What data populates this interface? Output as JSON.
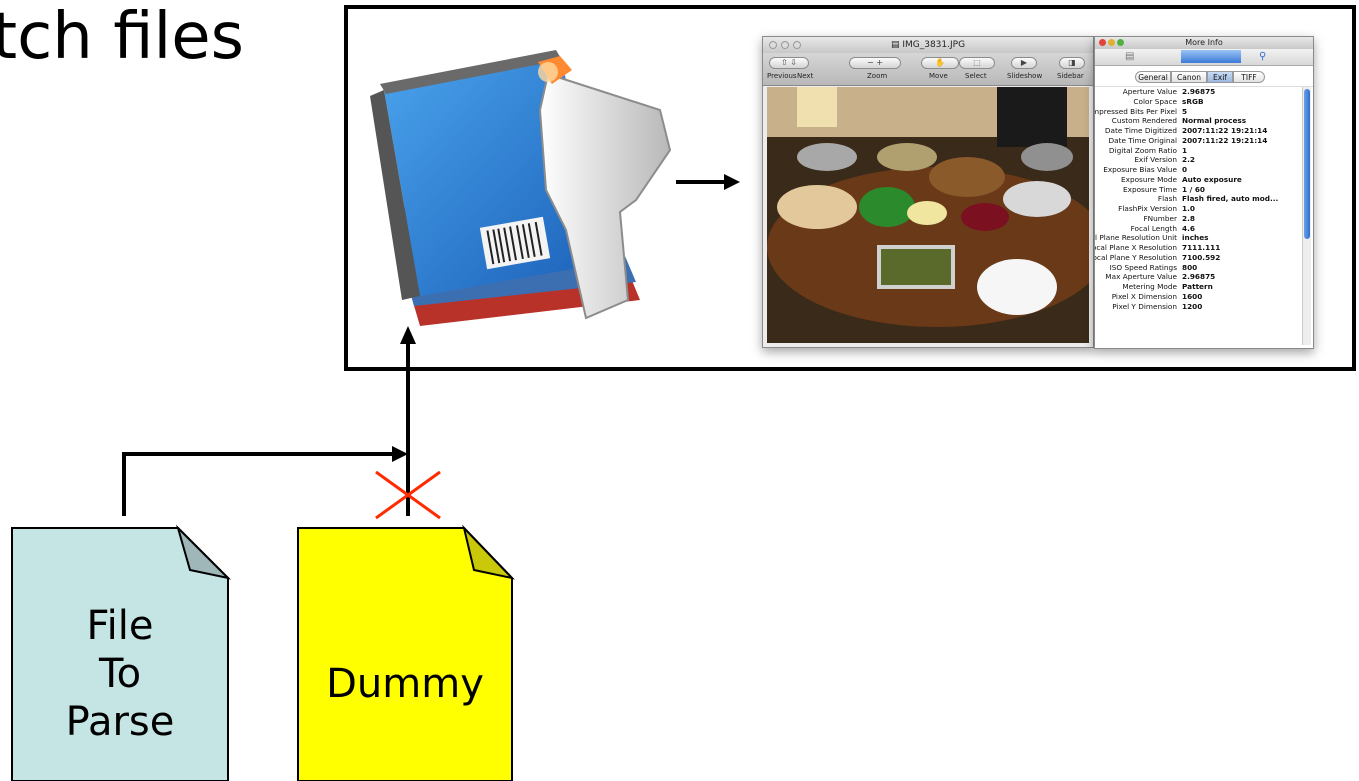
{
  "slide": {
    "title": "tch files"
  },
  "docs": {
    "file_to_parse": {
      "line1": "File",
      "line2": "To",
      "line3": "Parse",
      "fill": "#c5e4e4",
      "fold": "#9fb7b8"
    },
    "dummy": {
      "label": "Dummy",
      "fill": "#ffff00",
      "fold": "#c9c90a"
    }
  },
  "colors": {
    "blocked_mark": "#ff2a00",
    "arrow": "#000000"
  },
  "preview_window": {
    "title": "IMG_3831.JPG",
    "toolbar": [
      "Previous",
      "Next",
      "Zoom",
      "Move",
      "Select",
      "Slideshow",
      "Sidebar"
    ]
  },
  "info_panel": {
    "title": "More Info",
    "tabs": [
      "General",
      "Canon",
      "Exif",
      "TIFF"
    ],
    "selected_tab": "Exif",
    "rows": [
      {
        "k": "Aperture Value",
        "v": "2.96875"
      },
      {
        "k": "Color Space",
        "v": "sRGB"
      },
      {
        "k": "Compressed Bits Per Pixel",
        "v": "5"
      },
      {
        "k": "Custom Rendered",
        "v": "Normal process"
      },
      {
        "k": "Date Time Digitized",
        "v": "2007:11:22 19:21:14"
      },
      {
        "k": "Date Time Original",
        "v": "2007:11:22 19:21:14"
      },
      {
        "k": "Digital Zoom Ratio",
        "v": "1"
      },
      {
        "k": "Exif Version",
        "v": "2.2"
      },
      {
        "k": "Exposure Bias Value",
        "v": "0"
      },
      {
        "k": "Exposure Mode",
        "v": "Auto exposure"
      },
      {
        "k": "Exposure Time",
        "v": "1 / 60"
      },
      {
        "k": "Flash",
        "v": "Flash fired, auto mod..."
      },
      {
        "k": "FlashPix Version",
        "v": "1.0"
      },
      {
        "k": "FNumber",
        "v": "2.8"
      },
      {
        "k": "Focal Length",
        "v": "4.6"
      },
      {
        "k": "Focal Plane Resolution Unit",
        "v": "inches"
      },
      {
        "k": "Focal Plane X Resolution",
        "v": "7111.111"
      },
      {
        "k": "Focal Plane Y Resolution",
        "v": "7100.592"
      },
      {
        "k": "ISO Speed Ratings",
        "v": "800"
      },
      {
        "k": "Max Aperture Value",
        "v": "2.96875"
      },
      {
        "k": "Metering Mode",
        "v": "Pattern"
      },
      {
        "k": "Pixel X Dimension",
        "v": "1600"
      },
      {
        "k": "Pixel Y Dimension",
        "v": "1200"
      }
    ]
  }
}
